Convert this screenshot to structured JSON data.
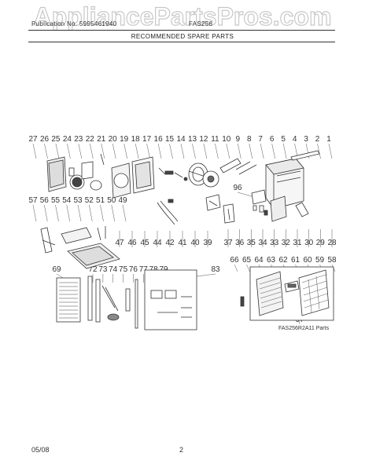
{
  "watermark": {
    "text": "AppliancePartsPros.com",
    "color": "#c8c8c8"
  },
  "header": {
    "left_text": "Publication No. 5995461940",
    "right_text": "FAS256",
    "title": "RECOMMENDED SPARE PARTS"
  },
  "diagram": {
    "row1_labels": [
      "27",
      "26",
      "25",
      "24",
      "23",
      "22",
      "21",
      "20",
      "19",
      "18",
      "17",
      "16",
      "15",
      "14",
      "13",
      "12",
      "11",
      "10",
      "9",
      "8",
      "7",
      "6",
      "5",
      "4",
      "3",
      "2",
      "1"
    ],
    "row2_labels": [
      "47",
      "46",
      "45",
      "44",
      "42",
      "41",
      "40",
      "39",
      "37",
      "36",
      "35",
      "34",
      "33",
      "32",
      "31",
      "30",
      "29",
      "28"
    ],
    "row3_labels": [
      "57",
      "56",
      "55",
      "54",
      "53",
      "52",
      "51",
      "50",
      "49"
    ],
    "row4_labels": [
      "69",
      "72",
      "73",
      "74",
      "75",
      "76",
      "77",
      "78",
      "79"
    ],
    "label_83": "83",
    "label_96": "96",
    "row5_labels": [
      "66",
      "65",
      "64",
      "63",
      "62",
      "61",
      "60",
      "59",
      "58"
    ],
    "label_97": "97",
    "caption": "FAS256R2A11 Parts"
  },
  "footer": {
    "date": "05/08",
    "page": "2"
  }
}
